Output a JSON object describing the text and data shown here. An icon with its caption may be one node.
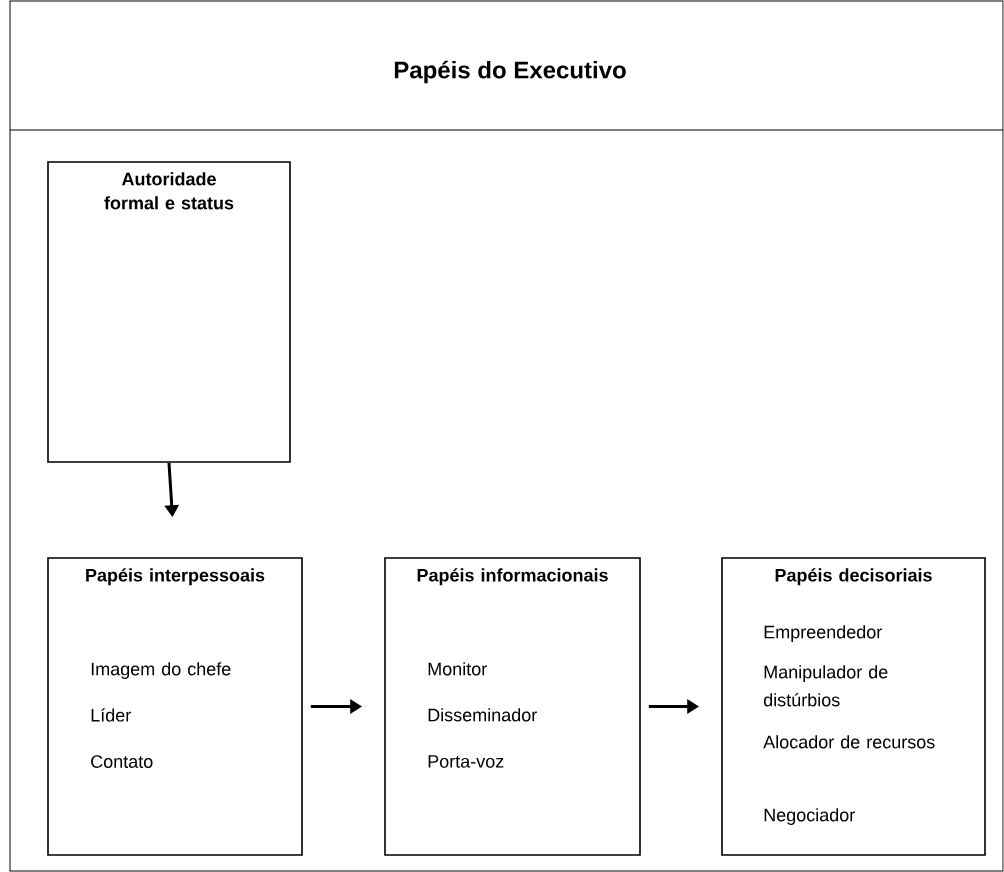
{
  "diagram": {
    "title": "Papéis do Executivo",
    "nodes": [
      {
        "text": [
          "Autoridade formal e status"
        ]
      },
      {
        "text": [
          "Papéis interpessoais",
          "Imagem do chefe",
          "Líder",
          "Contato"
        ]
      },
      {
        "text": [
          "Papéis informacionais",
          "Monitor",
          "Disseminador",
          "Porta-voz"
        ]
      },
      {
        "text": [
          "Papéis decisoriais",
          "Empreendedor",
          "Manipulador de distúrbios",
          "Alocador de recursos",
          "Negociador"
        ]
      }
    ],
    "edges": [
      {
        "from": 0,
        "to": 1,
        "arrow": "to"
      },
      {
        "from": 1,
        "to": 2,
        "arrow": "to"
      },
      {
        "from": 2,
        "to": 3,
        "arrow": "to"
      }
    ]
  }
}
